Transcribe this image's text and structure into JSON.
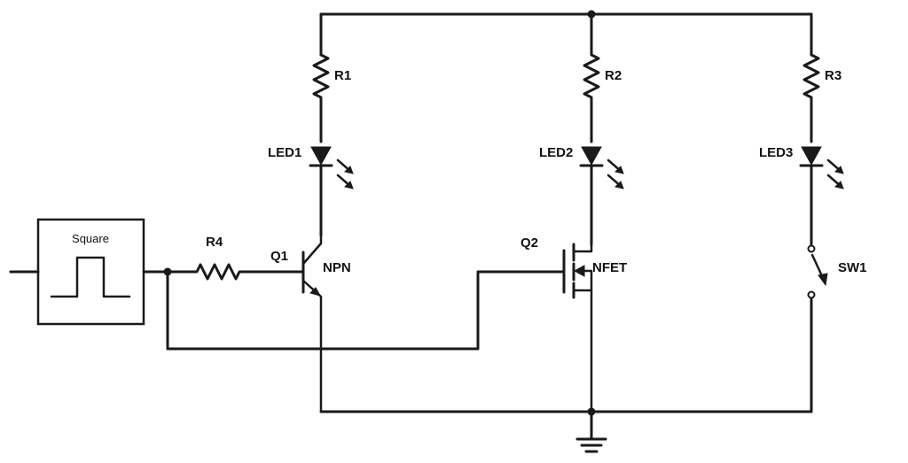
{
  "source": {
    "label": "Square"
  },
  "resistors": {
    "r1": "R1",
    "r2": "R2",
    "r3": "R3",
    "r4": "R4"
  },
  "leds": {
    "led1": "LED1",
    "led2": "LED2",
    "led3": "LED3"
  },
  "transistors": {
    "q1": {
      "ref": "Q1",
      "type": "NPN"
    },
    "q2": {
      "ref": "Q2",
      "type": "NFET"
    }
  },
  "switch": {
    "ref": "SW1"
  },
  "colors": {
    "wire": "#1a1a1a",
    "background": "#ffffff"
  }
}
